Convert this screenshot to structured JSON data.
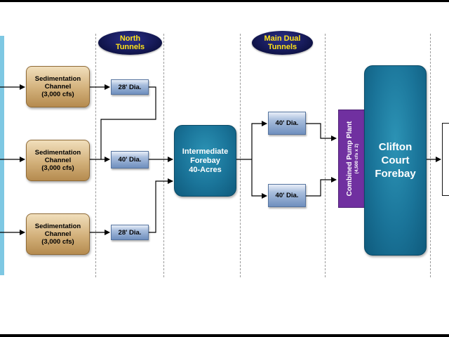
{
  "headers": {
    "north_tunnels": [
      "North",
      "Tunnels"
    ],
    "main_dual_tunnels": [
      "Main Dual",
      "Tunnels"
    ]
  },
  "sedimentation": [
    {
      "name": [
        "Sedimentation",
        "Channel"
      ],
      "capacity": "(3,000 cfs)"
    },
    {
      "name": [
        "Sedimentation",
        "Channel"
      ],
      "capacity": "(3,000 cfs)"
    },
    {
      "name": [
        "Sedimentation",
        "Channel"
      ],
      "capacity": "(3,000 cfs)"
    }
  ],
  "north_pipes": [
    "28' Dia.",
    "40' Dia.",
    "28' Dia."
  ],
  "intermediate_forebay": [
    "Intermediate",
    "Forebay",
    "40-Acres"
  ],
  "main_pipes": [
    "40' Dia.",
    "40' Dia."
  ],
  "pump_plant": {
    "name": "Combined Pump Plant",
    "capacity": "(4,500 cfs x 2)"
  },
  "clifton_court": [
    "Clifton",
    "Court",
    "Forebay"
  ],
  "colors": {
    "river": "#7ec8e3",
    "sedimentation": "#d2b07a",
    "pipe": "#8fa9d0",
    "forebay": "#1a7499",
    "pump_plant": "#7030a0",
    "header_oval": "#101449",
    "header_text": "#ffe21a"
  }
}
